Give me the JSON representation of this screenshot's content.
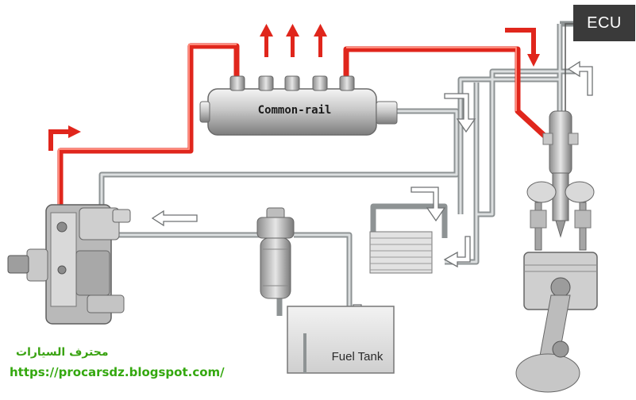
{
  "diagram": {
    "ecu_label": "ECU",
    "rail_label": "Common-rail",
    "tank_label": "Fuel Tank"
  },
  "watermark": {
    "arabic": "محترف السيارات",
    "url": "https://procarsdz.blogspot.com/"
  },
  "colors": {
    "high_pressure": "#e0261c",
    "low_pressure_pipe": "#c9cccd",
    "ecu_box": "#3a3a3a",
    "watermark": "#3aa312"
  }
}
